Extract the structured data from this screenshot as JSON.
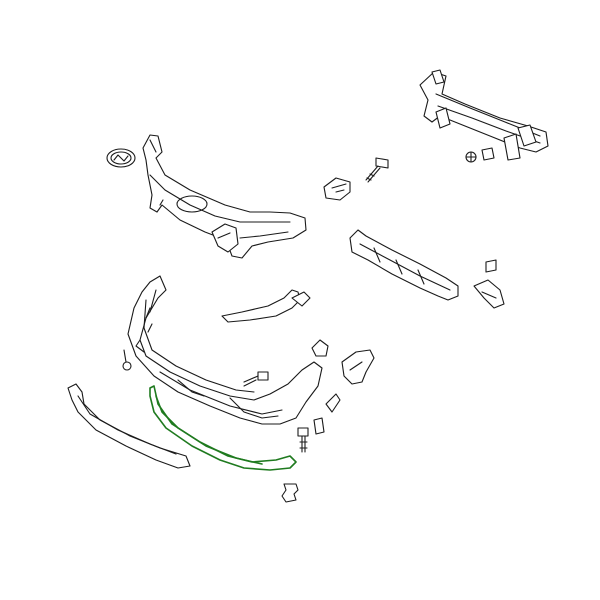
{
  "diagram": {
    "colors": {
      "background": "#ffffff",
      "line": "#1a1a1a",
      "highlight": "#1f7a1f"
    },
    "parts": [
      {
        "name": "emblem"
      },
      {
        "name": "radiator-grille-upper"
      },
      {
        "name": "grille-side-bracket"
      },
      {
        "name": "bumper-beam-reinforcement"
      },
      {
        "name": "absorber-foam"
      },
      {
        "name": "bracket-small"
      },
      {
        "name": "front-bumper-cover"
      },
      {
        "name": "side-garnish-strip"
      },
      {
        "name": "lower-lip-strip-highlighted"
      },
      {
        "name": "lower-skid-molding"
      },
      {
        "name": "fog-lamp-cover"
      },
      {
        "name": "fasteners"
      }
    ]
  }
}
